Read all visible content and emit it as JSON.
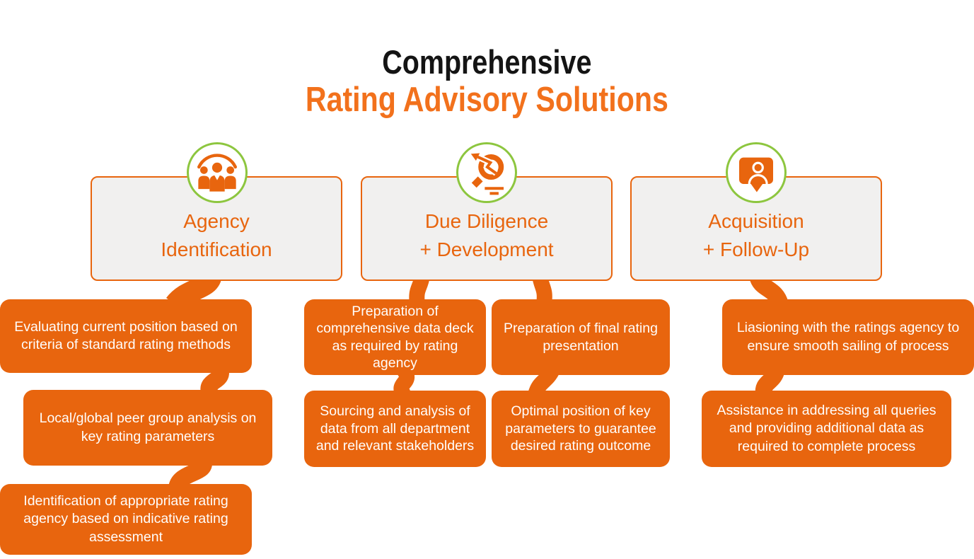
{
  "title": {
    "line1": "Comprehensive",
    "line2": "Rating Advisory Solutions"
  },
  "colors": {
    "box_orange": "#e8650e",
    "title_orange": "#f2711c",
    "title_black": "#141414",
    "circle_green": "#8dc63f",
    "stage_box_gray": "#f1f0ef",
    "text_white": "#fffdfb"
  },
  "columns": [
    {
      "id": "agency-identification",
      "icon": "team-icon",
      "title_lines": [
        "Agency",
        "Identification"
      ],
      "items": [
        "Evaluating current position based on criteria of standard rating methods",
        "Local/global peer group analysis on key rating parameters",
        "Identification of appropriate rating agency based on indicative rating assessment"
      ]
    },
    {
      "id": "due-diligence-development",
      "icon": "analysis-magnifier-icon",
      "title_lines": [
        "Due Diligence",
        "+ Development"
      ],
      "items": [
        "Preparation of comprehensive data deck as required by rating agency",
        "Preparation of final rating presentation",
        "Sourcing and analysis of data from all department and relevant stakeholders",
        "Optimal position of key parameters to guarantee desired rating outcome"
      ]
    },
    {
      "id": "acquisition-follow-up",
      "icon": "contact-bubble-icon",
      "title_lines": [
        "Acquisition",
        "+ Follow-Up"
      ],
      "items": [
        "Liasioning with the ratings agency to ensure smooth sailing of process",
        "Assistance in addressing all queries and providing additional data as required to complete process"
      ]
    }
  ]
}
